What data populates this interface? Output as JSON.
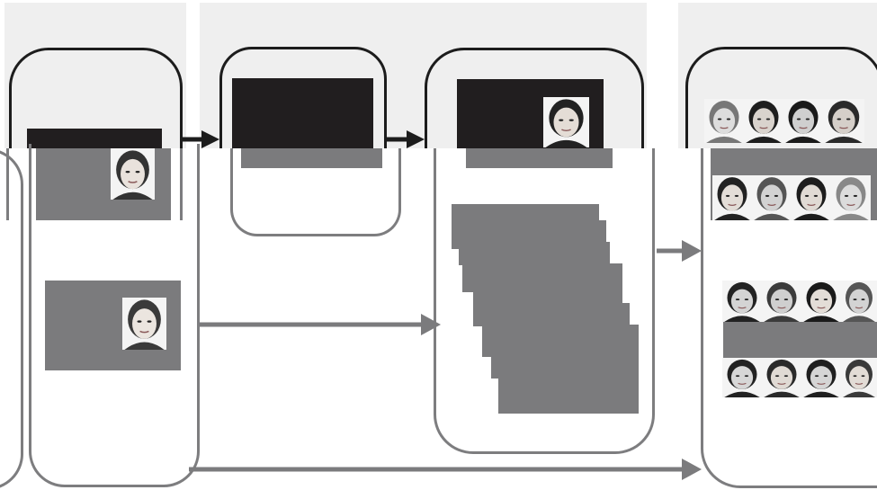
{
  "diagram": {
    "kind": "face-pipeline-flow",
    "palette": {
      "panel_bg": "#efefef",
      "frame_black": "#1c1c1c",
      "frame_gray": "#7d7d7f",
      "block_black": "#211e1f",
      "block_gray": "#7b7b7d",
      "arrow_black": "#1c1c1c",
      "arrow_gray": "#7b7b7d"
    },
    "stages": {
      "top": [
        "input-image",
        "detection",
        "cropped-face",
        "gallery-top-row"
      ],
      "bottom": [
        "input-image",
        "face-crop",
        "matching-stack",
        "gallery-grid"
      ]
    },
    "faces": {
      "count_stage1": 2,
      "count_stage3_top": 1,
      "gallery_rows": 4,
      "gallery_cols": 4
    }
  }
}
